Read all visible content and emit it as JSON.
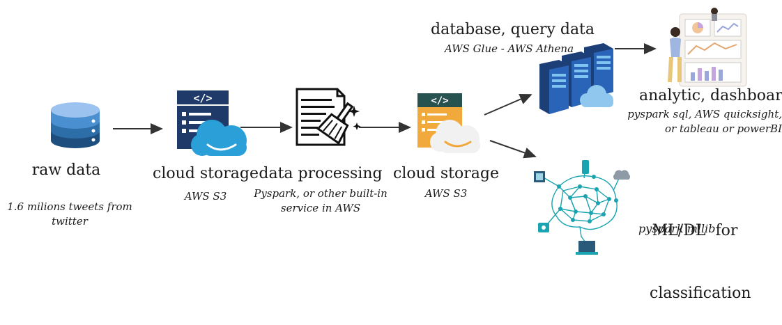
{
  "raw_data": {
    "title": "raw data",
    "note_line1": "1.6 milions tweets from",
    "note_line2": "twitter"
  },
  "storage1": {
    "title": "cloud storage",
    "service": "AWS S3"
  },
  "processing": {
    "title": "data processing",
    "note_line1": "Pyspark, or other built-in",
    "note_line2": "service in AWS"
  },
  "storage2": {
    "title": "cloud storage",
    "service": "AWS S3"
  },
  "database": {
    "title": "database, query data",
    "service": "AWS Glue - AWS Athena"
  },
  "analytics": {
    "title": "analytic, dashboard",
    "note_line1": "pyspark sql, AWS quicksight,",
    "note_line2": "or tableau or powerBI"
  },
  "ml": {
    "title_line1": "ML/DL  for",
    "title_line2": "classification",
    "note": "pyspark mllib"
  },
  "colors": {
    "db_blue": "#2f6fa8",
    "storage_navy": "#1f3a68",
    "cloud_blue": "#2b9fd8",
    "storage_orange": "#f2a93b",
    "brain_teal": "#1aa3b0",
    "arrow": "#333333"
  }
}
